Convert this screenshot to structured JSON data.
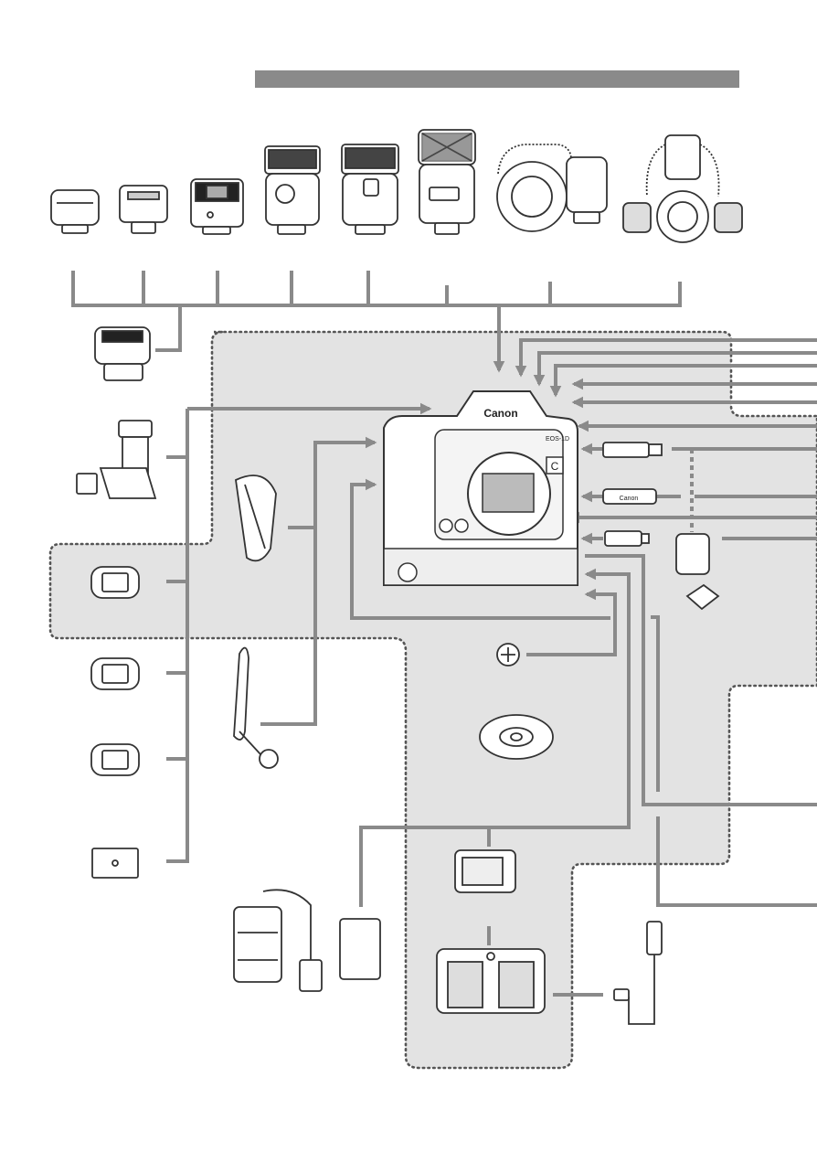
{
  "page": {
    "background": "#ffffff",
    "zone_fill": "#e3e3e3",
    "line_color": "#8a8a8a",
    "outline_color": "#3a3a3a"
  },
  "camera": {
    "brand_label": "Canon",
    "model_label": "EOS-1D",
    "mode_letter": "C"
  },
  "accessories": {
    "usb_cable_label": "Canon"
  },
  "icons": [
    "flash-icon",
    "camera-icon",
    "eyecup-icon",
    "angle-finder-icon",
    "hand-strap-icon",
    "wrist-strap-icon",
    "cd-rom-icon",
    "battery-icon",
    "charger-icon",
    "usb-cable-icon",
    "power-adapter-icon",
    "car-cord-icon",
    "ring-lite-icon",
    "twin-lite-icon",
    "transmitter-icon"
  ]
}
